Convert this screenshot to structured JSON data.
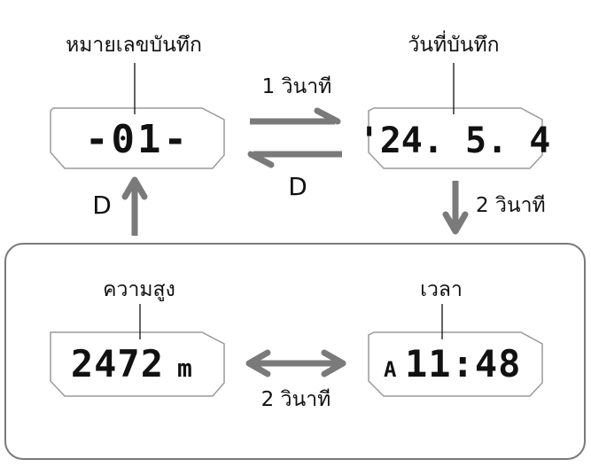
{
  "screens": {
    "record_number": {
      "label": "หมายเลขบันทึก",
      "display": "-01-"
    },
    "record_date": {
      "label": "วันที่บันทึก",
      "display": "'24. 5. 4"
    },
    "altitude": {
      "label": "ความสูง",
      "display": "2472",
      "unit": "m"
    },
    "time": {
      "label": "เวลา",
      "prefix": "A",
      "display": "11:48"
    }
  },
  "transitions": {
    "number_to_date": "1 วินาที",
    "date_to_number": "D",
    "date_to_lower": "2 วินาที",
    "lower_to_number": "D",
    "altitude_time": "2 วินาที"
  },
  "colors": {
    "arrow": "#7a7a7a",
    "screen_border": "#9a9a9a",
    "text": "#111111"
  }
}
